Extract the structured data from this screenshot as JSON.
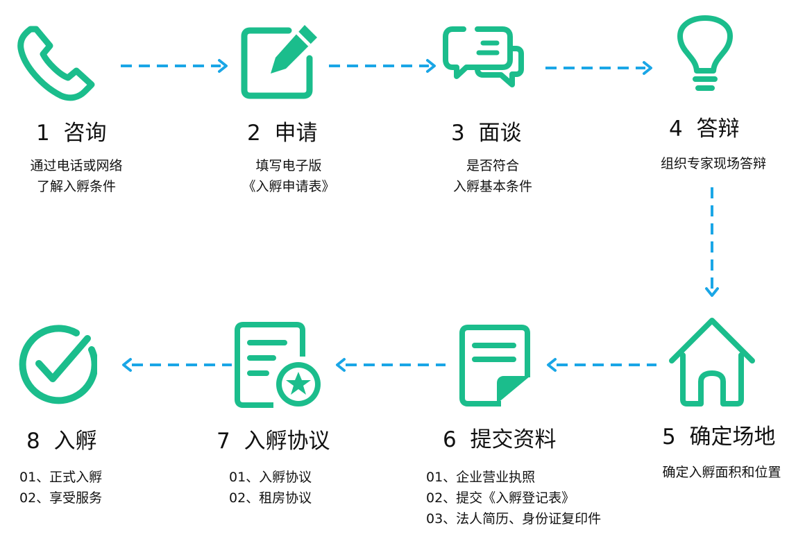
{
  "colors": {
    "icon": "#1bbd8c",
    "arrow": "#1aa6e6",
    "text": "#111111"
  },
  "steps": [
    {
      "num": "1",
      "title": "咨询",
      "icon": "phone-icon",
      "lines": [
        "通过电话或网络",
        "了解入孵条件"
      ]
    },
    {
      "num": "2",
      "title": "申请",
      "icon": "edit-form-icon",
      "lines": [
        "填写电子版",
        "《入孵申请表》"
      ]
    },
    {
      "num": "3",
      "title": "面谈",
      "icon": "chat-bubbles-icon",
      "lines": [
        "是否符合",
        "入孵基本条件"
      ]
    },
    {
      "num": "4",
      "title": "答辩",
      "icon": "lightbulb-icon",
      "lines": [
        "组织专家现场答辩"
      ]
    },
    {
      "num": "5",
      "title": "确定场地",
      "icon": "house-icon",
      "lines": [
        "确定入孵面积和位置"
      ]
    },
    {
      "num": "6",
      "title": "提交资料",
      "icon": "document-icon",
      "lines": [
        "01、企业营业执照",
        "02、提交《入孵登记表》",
        "03、法人简历、身份证复印件"
      ]
    },
    {
      "num": "7",
      "title": "入孵协议",
      "icon": "certificate-icon",
      "lines": [
        "01、入孵协议",
        "02、租房协议"
      ]
    },
    {
      "num": "8",
      "title": "入孵",
      "icon": "check-circle-icon",
      "lines": [
        "01、正式入孵",
        "02、享受服务"
      ]
    }
  ]
}
